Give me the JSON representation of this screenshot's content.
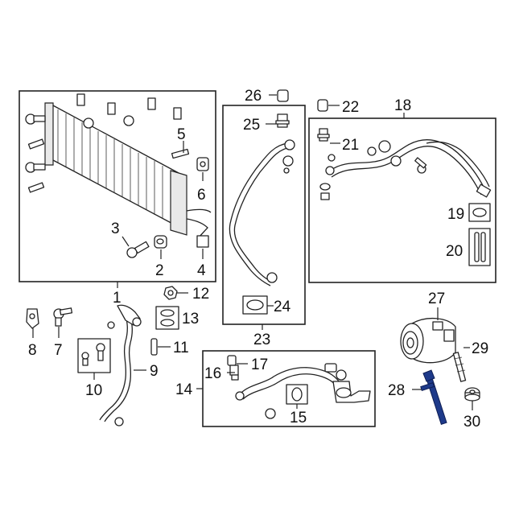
{
  "diagram": {
    "accent_color": "#1e3a8a",
    "callouts": {
      "c1": "1",
      "c2": "2",
      "c3": "3",
      "c4": "4",
      "c5": "5",
      "c6": "6",
      "c7": "7",
      "c8": "8",
      "c9": "9",
      "c10": "10",
      "c11": "11",
      "c12": "12",
      "c13": "13",
      "c14": "14",
      "c15": "15",
      "c16": "16",
      "c17": "17",
      "c18": "18",
      "c19": "19",
      "c20": "20",
      "c21": "21",
      "c22": "22",
      "c23": "23",
      "c24": "24",
      "c25": "25",
      "c26": "26",
      "c27": "27",
      "c28": "28",
      "c29": "29",
      "c30": "30"
    },
    "highlighted_part": "28"
  }
}
